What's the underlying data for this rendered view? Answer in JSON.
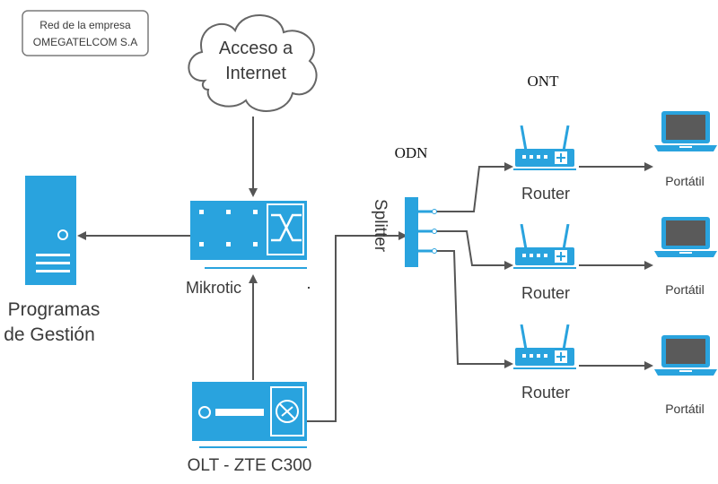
{
  "company_box": {
    "line1": "Red de la empresa",
    "line2": "OMEGATELCOM S.A"
  },
  "internet": {
    "line1": "Acceso a",
    "line2": "Internet"
  },
  "management": {
    "line1": "Programas",
    "line2": "de Gestión"
  },
  "mikrotik": {
    "label": "Mikrotic"
  },
  "olt": {
    "label": "OLT - ZTE C300"
  },
  "splitter": {
    "label": "Splitter"
  },
  "odn": {
    "label": "ODN"
  },
  "ont": {
    "label": "ONT"
  },
  "routers": [
    "Router",
    "Router",
    "Router"
  ],
  "laptops": [
    "Portátil",
    "Portátil",
    "Portátil"
  ],
  "colors": {
    "device_blue": "#29a3de",
    "device_dark": "#1c7fb8",
    "line": "#555555"
  }
}
